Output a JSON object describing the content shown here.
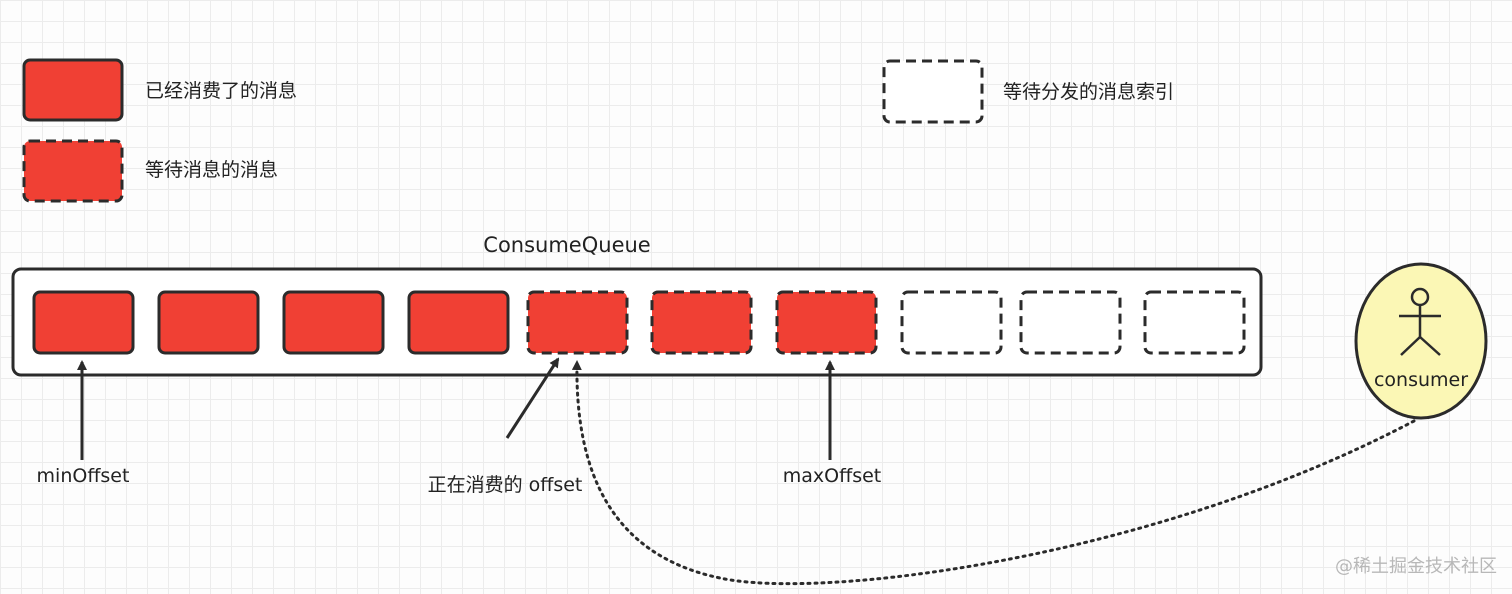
{
  "legend": {
    "consumed": "已经消费了的消息",
    "waiting": "等待消息的消息",
    "pending_index": "等待分发的消息索引"
  },
  "queue": {
    "title": "ConsumeQueue",
    "slots": [
      "consumed",
      "consumed",
      "consumed",
      "consumed",
      "waiting",
      "waiting",
      "waiting",
      "empty",
      "empty",
      "empty"
    ]
  },
  "pointers": {
    "min_offset": "minOffset",
    "current_offset": "正在消费的 offset",
    "max_offset": "maxOffset"
  },
  "consumer": {
    "label": "consumer"
  },
  "watermark": "@稀土掘金技术社区",
  "colors": {
    "consumed_fill": "#f04034",
    "stroke": "#2b2b2b",
    "consumer_fill": "#fbf7b5",
    "empty_fill": "#ffffff"
  }
}
